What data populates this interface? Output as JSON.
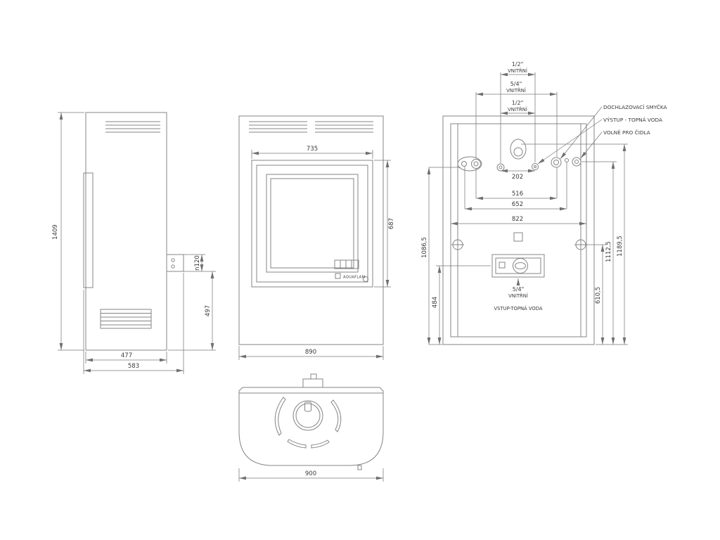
{
  "side_view": {
    "total_height": "1409",
    "connector_offset": "n120",
    "connector_height": "497",
    "body_depth": "477",
    "total_depth": "583"
  },
  "front_view": {
    "door_width": "735",
    "door_height": "687",
    "total_width": "890",
    "brand": "AQUAFLAM"
  },
  "rear_view": {
    "fitting_top_size": "1/2\"",
    "fitting_top_type": "VNITŘNÍ",
    "fitting_mid_size": "5/4\"",
    "fitting_mid_type": "VNITŘNÍ",
    "fitting_low_size": "1/2\"",
    "fitting_low_type": "VNITŘNÍ",
    "spacing_small": "202",
    "spacing_mid": "516",
    "spacing_wide": "652",
    "spacing_full": "822",
    "height_output": "1086,5",
    "height_inlet": "484",
    "height_side": "610,5",
    "height_upper": "1112,5",
    "height_top": "1189,5",
    "inlet_size": "5/4\"",
    "inlet_type": "VNITŘNÍ",
    "label_cooling_loop": "DOCHLAZOVACÍ SMYČKA",
    "label_output_water": "VÝSTUP - TOPNÁ VODA",
    "label_free_sensors": "VOLNÉ PRO ČIDLA",
    "label_input_water": "VSTUP-TOPNÁ VODA"
  },
  "top_view": {
    "total_width": "900"
  }
}
